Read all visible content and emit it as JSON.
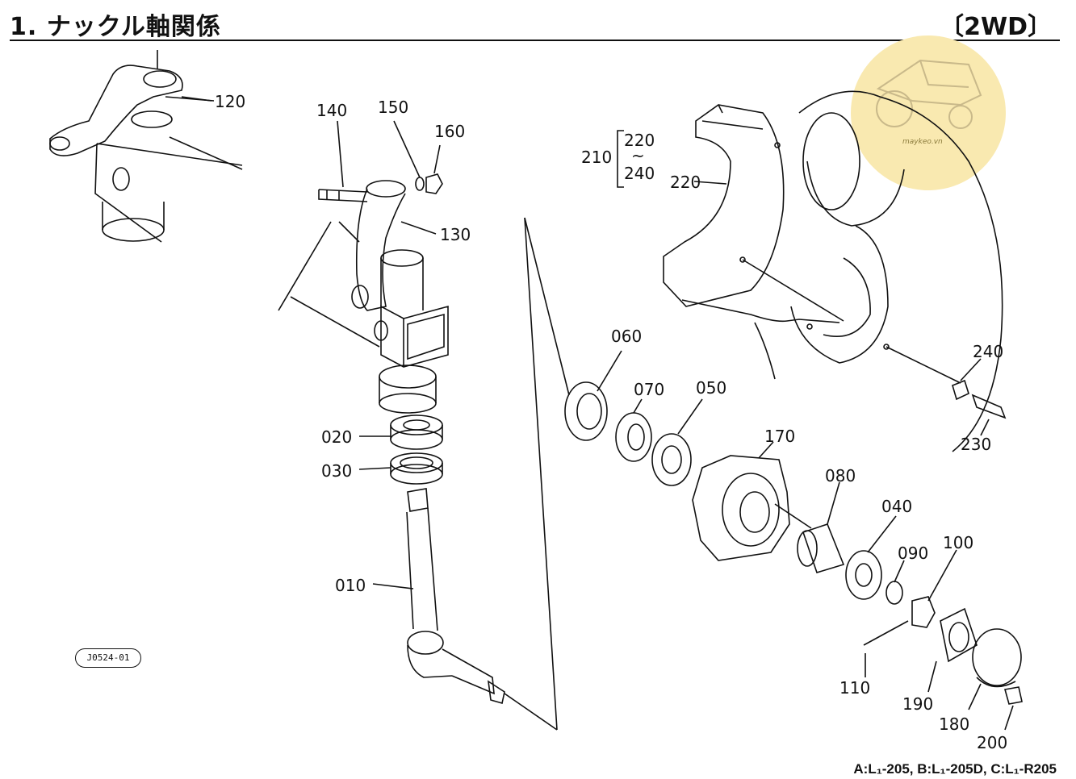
{
  "header": {
    "title": "1. ナックル軸関係",
    "drive_tag": "〔2WD〕"
  },
  "parts": [
    {
      "id": "120"
    },
    {
      "id": "140"
    },
    {
      "id": "150"
    },
    {
      "id": "160"
    },
    {
      "id": "130"
    },
    {
      "id": "020"
    },
    {
      "id": "030"
    },
    {
      "id": "010"
    },
    {
      "id": "060"
    },
    {
      "id": "070"
    },
    {
      "id": "050"
    },
    {
      "id": "170"
    },
    {
      "id": "080"
    },
    {
      "id": "040"
    },
    {
      "id": "090"
    },
    {
      "id": "100"
    },
    {
      "id": "110"
    },
    {
      "id": "190"
    },
    {
      "id": "180"
    },
    {
      "id": "200"
    },
    {
      "id": "210"
    },
    {
      "id": "220"
    },
    {
      "id": "240"
    },
    {
      "id": "230"
    }
  ],
  "group_210": {
    "label": "210",
    "from": "220",
    "sep": "~",
    "to": "240"
  },
  "drawing_id": "J0524-01",
  "watermark": "maykeo.vn",
  "footer": "A:L₁-205, B:L₁-205D, C:L₁-R205",
  "colors": {
    "watermark_circle": "#f9e9b0",
    "line": "#111111"
  }
}
